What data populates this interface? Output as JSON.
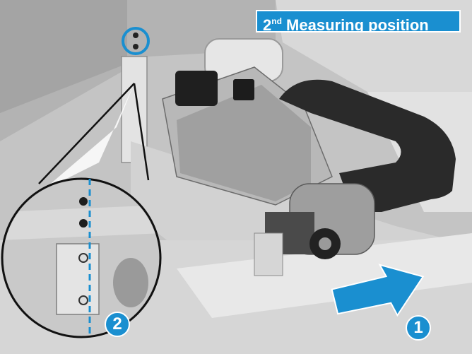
{
  "title": {
    "ordinal_number": "2",
    "ordinal_suffix": "nd",
    "text": " Measuring position"
  },
  "callouts": {
    "step_1": "1",
    "step_2": "2"
  },
  "colors": {
    "accent_blue": "#1a8fd0",
    "frame_gray": "#a8a8a8",
    "device_dark": "#2c2c2c",
    "background_gray": "#c9c9c9"
  },
  "icons": {
    "direction_arrow": "arrow-left-icon",
    "screw_hole": "screw-hole-icon"
  }
}
